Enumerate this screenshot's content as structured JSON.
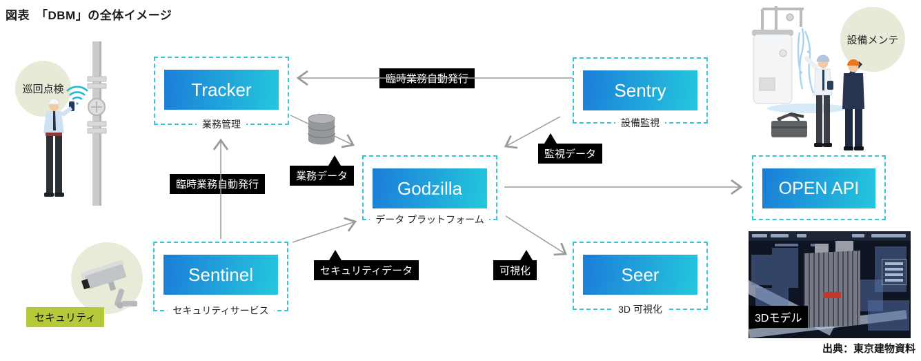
{
  "title": "図表　「DBM」の全体イメージ",
  "nodes": {
    "tracker": {
      "name": "Tracker",
      "caption": "業務管理"
    },
    "sentry": {
      "name": "Sentry",
      "caption": "設備監視"
    },
    "godzilla": {
      "name": "Godzilla",
      "caption": "データ プラットフォーム"
    },
    "sentinel": {
      "name": "Sentinel",
      "caption": "セキュリティサービス"
    },
    "seer": {
      "name": "Seer",
      "caption": "3D 可視化"
    },
    "openapi": {
      "name": "OPEN API"
    }
  },
  "flow_labels": {
    "sentry_to_tracker": "臨時業務自動発行",
    "sentinel_to_tracker": "臨時業務自動発行",
    "business_data": "業務データ",
    "monitoring_data": "監視データ",
    "security_data": "セキュリティデータ",
    "visualization": "可視化"
  },
  "scene_labels": {
    "patrol": "巡回点検",
    "security": "セキュリティ",
    "maintenance": "設備メンテ",
    "model_3d": "3Dモデル"
  },
  "source": "出典：東京建物資料",
  "icons": {
    "patrol": "worker-with-smartphone-icon",
    "pipe": "pipe-with-valve-icon",
    "wifi": "wifi-signal-icon",
    "database": "database-cylinder-icon",
    "camera": "security-camera-icon",
    "boiler": "leaking-boiler-icon",
    "workers": "maintenance-workers-icon",
    "toolbox": "toolbox-icon",
    "viewer": "3d-city-model-viewer"
  },
  "colors": {
    "accent_dash": "#35c4d8",
    "box_gradient_start": "#1b7dd8",
    "box_gradient_end": "#25c7dc",
    "flow_label_bg": "#000000",
    "scene_circle_bg": "#e8ead8",
    "security_label_bg": "#b5c93a",
    "arrow": "#9a9a9a"
  }
}
